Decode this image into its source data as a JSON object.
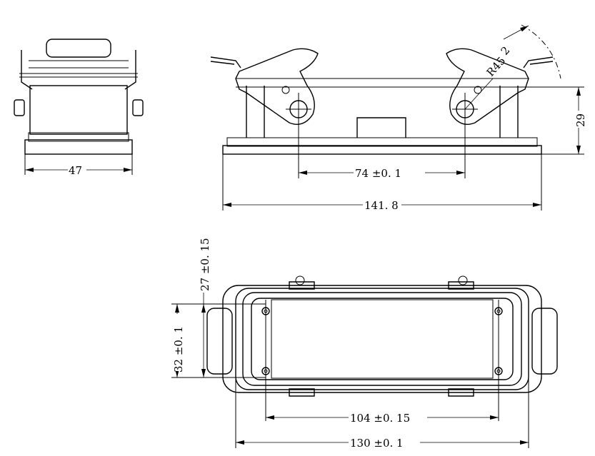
{
  "drawing": {
    "side_view": {
      "width_label": "47"
    },
    "front_view": {
      "pitch_label": "74 ±0. 1",
      "length_label": "141. 8",
      "height_label": "29",
      "radius_label": "R45",
      "angle_label": "2"
    },
    "top_view": {
      "inner_width_label": "27 ±0. 15",
      "hole_vertical_label": "32 ±0. 1",
      "hole_pitch_label": "104 ±0. 15",
      "outer_length_label": "130 ±0. 1"
    }
  }
}
